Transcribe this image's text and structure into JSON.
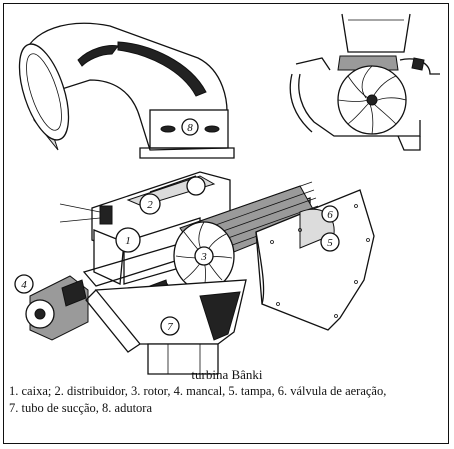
{
  "figure": {
    "title": "turbina Bânki",
    "legend_line1": "1. caixa; 2. distribuidor, 3. rotor, 4. mancal, 5. tampa, 6. válvula de aeração,",
    "legend_line2": "7. tubo de sucção, 8. adutora"
  },
  "callouts": {
    "n1": "1",
    "n2": "2",
    "n3": "3",
    "n4": "4",
    "n5": "5",
    "n6": "6",
    "n7": "7",
    "n8": "8"
  }
}
